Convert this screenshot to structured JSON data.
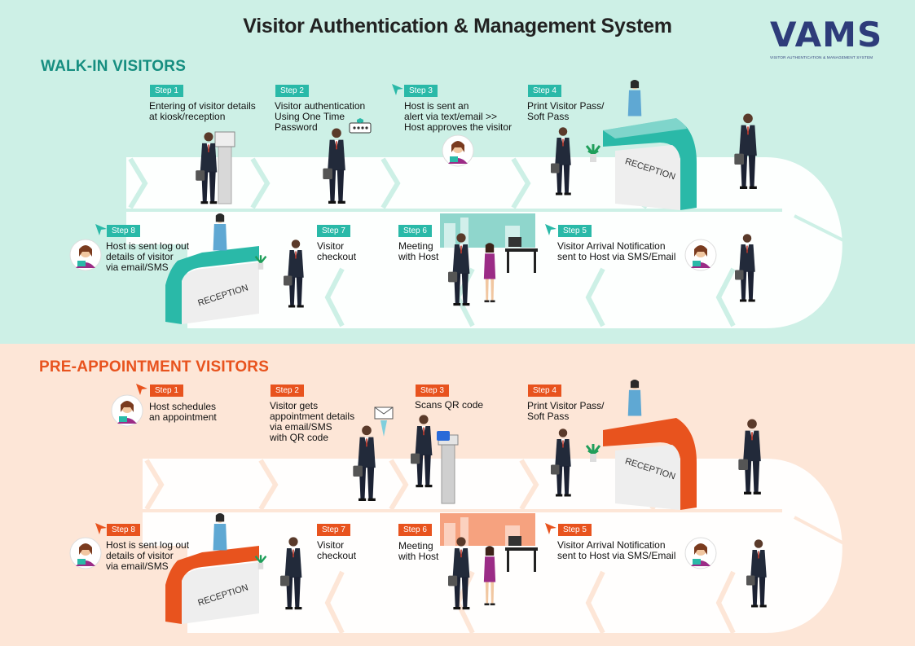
{
  "title": "Visitor Authentication & Management System",
  "logo": {
    "text": "VAMS",
    "subtitle": "VISITOR AUTHENTICATION & MANAGEMENT SYSTEM"
  },
  "colors": {
    "teal": "#2ab9a8",
    "orange": "#e8531e",
    "navy": "#2e3c7a",
    "mint_bg": "#cdf0e6",
    "peach_bg": "#fde6d7"
  },
  "walkin": {
    "heading": "WALK-IN VISITORS",
    "steps": [
      {
        "tag": "Step 1",
        "text": "Entering of visitor details\nat kiosk/reception"
      },
      {
        "tag": "Step 2",
        "text": "Visitor authentication\nUsing One Time\nPassword"
      },
      {
        "tag": "Step 3",
        "text": "Host is sent an\nalert via  text/email  >>\nHost approves the visitor"
      },
      {
        "tag": "Step 4",
        "text": "Print Visitor Pass/\nSoft Pass"
      },
      {
        "tag": "Step 5",
        "text": "Visitor Arrival  Notification\nsent to  Host via SMS/Email"
      },
      {
        "tag": "Step 6",
        "text": "Meeting\nwith Host"
      },
      {
        "tag": "Step 7",
        "text": "Visitor\ncheckout"
      },
      {
        "tag": "Step 8",
        "text": "Host is sent log out\ndetails of visitor\nvia email/SMS"
      }
    ],
    "reception_label_1": "RECEPTION",
    "reception_label_2": "RECEPTION"
  },
  "preappointment": {
    "heading": "PRE-APPOINTMENT VISITORS",
    "steps": [
      {
        "tag": "Step 1",
        "text": "Host schedules\nan appointment"
      },
      {
        "tag": "Step 2",
        "text": "Visitor gets\nappointment  details\nvia email/SMS\nwith QR  code"
      },
      {
        "tag": "Step 3",
        "text": "Scans QR code"
      },
      {
        "tag": "Step 4",
        "text": "Print Visitor Pass/\nSoft Pass"
      },
      {
        "tag": "Step 5",
        "text": "Visitor Arrival  Notification\nsent to  Host via SMS/Email"
      },
      {
        "tag": "Step 6",
        "text": "Meeting\nwith Host"
      },
      {
        "tag": "Step 7",
        "text": "Visitor\ncheckout"
      },
      {
        "tag": "Step 8",
        "text": "Host is sent log out\ndetails of visitor\nvia email/SMS"
      }
    ],
    "reception_label_1": "RECEPTION",
    "reception_label_2": "RECEPTION"
  }
}
